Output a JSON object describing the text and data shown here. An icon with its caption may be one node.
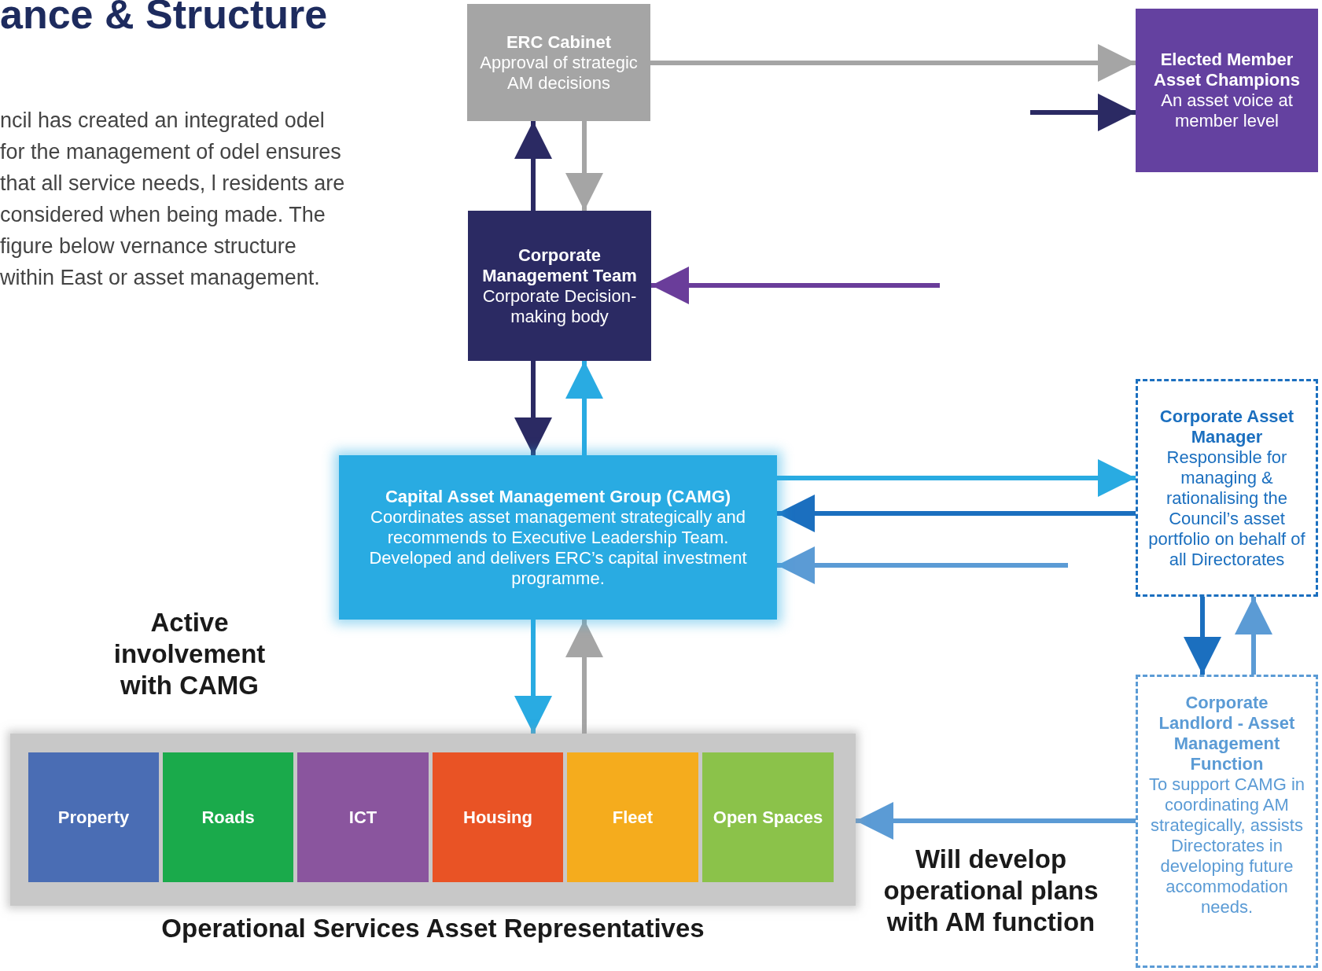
{
  "diagram": {
    "title": "ance & Structure",
    "nodes": [
      {
        "text": [
          "ERC Cabinet",
          "Approval of strategic AM decisions"
        ]
      },
      {
        "text": [
          "Elected Member Asset Champions",
          "An asset voice at member level"
        ]
      },
      {
        "text": [
          "Corporate Management Team",
          "Corporate Decision-making body"
        ]
      },
      {
        "text": [
          "Capital Asset Management Group (CAMG)",
          "Coordinates asset management strategically and recommends to Executive Leadership Team. Developed and delivers ERC’s capital investment programme."
        ]
      },
      {
        "text": [
          "Corporate Asset Manager",
          "Responsible for managing & rationalising the Council’s asset portfolio on behalf of all Directorates"
        ]
      },
      {
        "text": [
          "Corporate Landlord - Asset Management Function",
          "To support CAMG in coordinating AM strategically, assists Directorates in developing future accommodation needs."
        ]
      },
      {
        "text": [
          "Operational Services Asset Representatives"
        ]
      },
      {
        "text": [
          "Property"
        ],
        "in": 6
      },
      {
        "text": [
          "Roads"
        ],
        "in": 6
      },
      {
        "text": [
          "ICT"
        ],
        "in": 6
      },
      {
        "text": [
          "Housing"
        ],
        "in": 6
      },
      {
        "text": [
          "Fleet"
        ],
        "in": 6
      },
      {
        "text": [
          "Open Spaces"
        ],
        "in": 6
      }
    ],
    "edges": [
      {
        "from": 0,
        "to": 1,
        "arrow": "to",
        "color": "#a5a5a5"
      },
      {
        "from": null,
        "to": 1,
        "arrow": "to",
        "color": "#2b2a63"
      },
      {
        "from": 2,
        "to": 0,
        "arrow": "to",
        "color": "#2b2a63"
      },
      {
        "from": 0,
        "to": 2,
        "arrow": "to",
        "color": "#a5a5a5"
      },
      {
        "from": null,
        "to": 2,
        "arrow": "to",
        "color": "#6a3d9a"
      },
      {
        "from": 2,
        "to": 3,
        "arrow": "to",
        "color": "#2b2a63"
      },
      {
        "from": 3,
        "to": 2,
        "arrow": "to",
        "color": "#29abe2"
      },
      {
        "from": 3,
        "to": 4,
        "arrow": "to",
        "color": "#29abe2"
      },
      {
        "from": 4,
        "to": 3,
        "arrow": "to",
        "color": "#1b6fbf"
      },
      {
        "from": null,
        "to": 3,
        "arrow": "to",
        "color": "#5b9bd5"
      },
      {
        "from": 4,
        "to": 5,
        "arrow": "to",
        "color": "#1b6fbf"
      },
      {
        "from": 5,
        "to": 4,
        "arrow": "to",
        "color": "#5b9bd5"
      },
      {
        "from": 3,
        "to": 6,
        "arrow": "to",
        "color": "#29abe2"
      },
      {
        "from": 6,
        "to": 3,
        "arrow": "to",
        "color": "#a5a5a5"
      },
      {
        "from": 5,
        "to": 6,
        "arrow": "to",
        "color": "#5b9bd5"
      }
    ],
    "labels": [
      "ncil has created an integrated odel for the management of odel ensures that all service needs, l residents are considered when being made. The figure below vernance structure within East or asset management.",
      "Active involvement with CAMG",
      "Will develop operational plans with AM function"
    ]
  }
}
